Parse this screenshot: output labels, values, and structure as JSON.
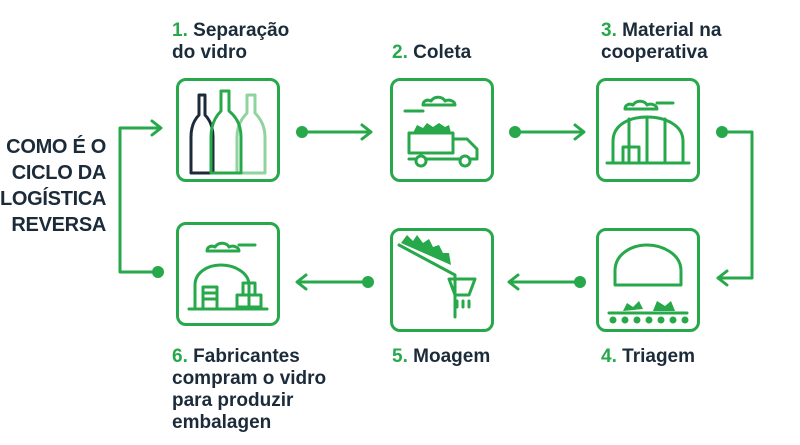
{
  "title_lines": [
    "COMO É O",
    "CICLO DA",
    "LOGÍSTICA",
    "REVERSA"
  ],
  "steps": [
    {
      "num": "1.",
      "lines": [
        "Separação",
        "do vidro"
      ],
      "icon": "bottles-icon"
    },
    {
      "num": "2.",
      "lines": [
        "Coleta"
      ],
      "icon": "truck-icon"
    },
    {
      "num": "3.",
      "lines": [
        "Material na",
        "cooperativa"
      ],
      "icon": "warehouse-icon"
    },
    {
      "num": "4.",
      "lines": [
        "Triagem"
      ],
      "icon": "sorting-machine-icon"
    },
    {
      "num": "5.",
      "lines": [
        "Moagem"
      ],
      "icon": "grinder-icon"
    },
    {
      "num": "6.",
      "lines": [
        "Fabricantes",
        "compram o vidro",
        "para produzir",
        "embalagen"
      ],
      "icon": "factory-icon"
    }
  ],
  "colors": {
    "accent": "#27a84a",
    "text": "#1c2b3a",
    "bottle_dark": "#1c2b3a",
    "bottle_light": "#8fd39e"
  }
}
